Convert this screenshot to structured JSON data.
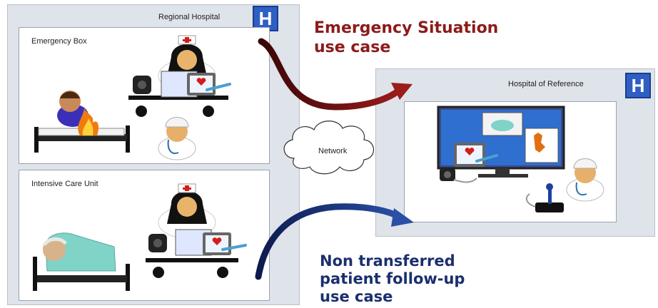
{
  "regional_hospital": {
    "title": "Regional Hospital",
    "badge": "H"
  },
  "rooms": {
    "emergency_box": {
      "label": "Emergency Box"
    },
    "icu": {
      "label": "Intensive Care Unit"
    }
  },
  "reference_hospital": {
    "title": "Hospital of Reference",
    "badge": "H"
  },
  "network": {
    "label": "Network"
  },
  "use_cases": {
    "emergency_line1": "Emergency Situation",
    "emergency_line2": "use case",
    "followup_line1": "Non transferred",
    "followup_line2": "patient follow-up",
    "followup_line3": "use case"
  },
  "colors": {
    "emergency_arrow": "#7a1212",
    "followup_arrow": "#1e3a8a",
    "badge": "#2f5fc4"
  }
}
